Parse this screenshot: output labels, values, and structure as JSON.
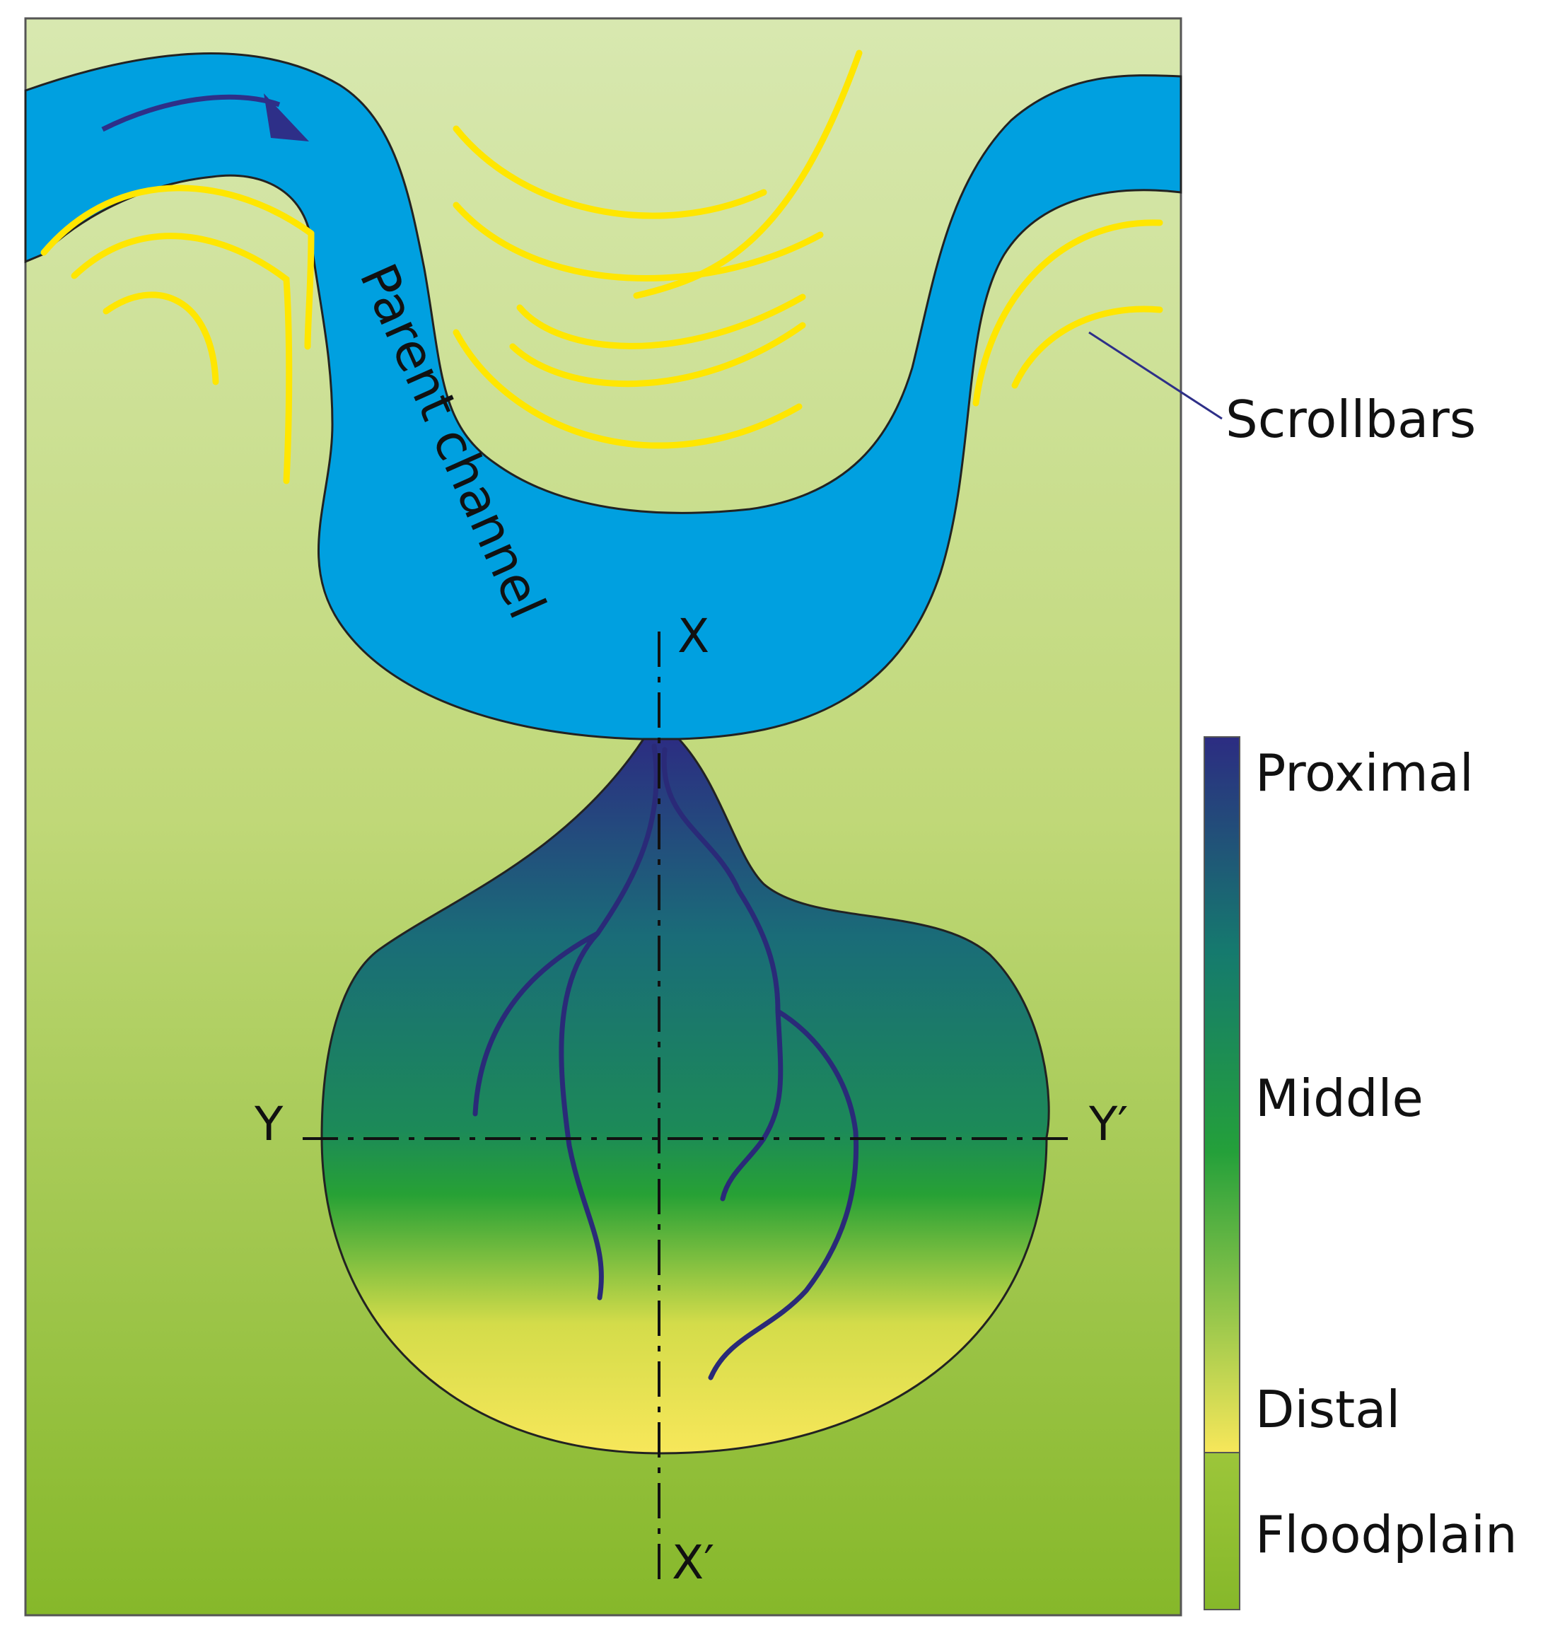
{
  "channel": {
    "label": "Parent channel"
  },
  "annotations": {
    "scrollbars": "Scrollbars"
  },
  "cross_sections": {
    "x_start": "X",
    "x_end": "X′",
    "y_start": "Y",
    "y_end": "Y′"
  },
  "legend": {
    "items": [
      {
        "label": "Proximal"
      },
      {
        "label": "Middle"
      },
      {
        "label": "Distal"
      },
      {
        "label": "Floodplain"
      }
    ]
  },
  "colors": {
    "channel": "#00a0e0",
    "scrollbar": "#ffe600",
    "flow_arrow": "#2e2f88",
    "proximal": "#2c2c82",
    "middle_dark": "#157a6e",
    "middle": "#24a03a",
    "distal": "#f7e75a",
    "floodplain_top": "#d8e8b0",
    "floodplain_bottom": "#86b82a"
  }
}
